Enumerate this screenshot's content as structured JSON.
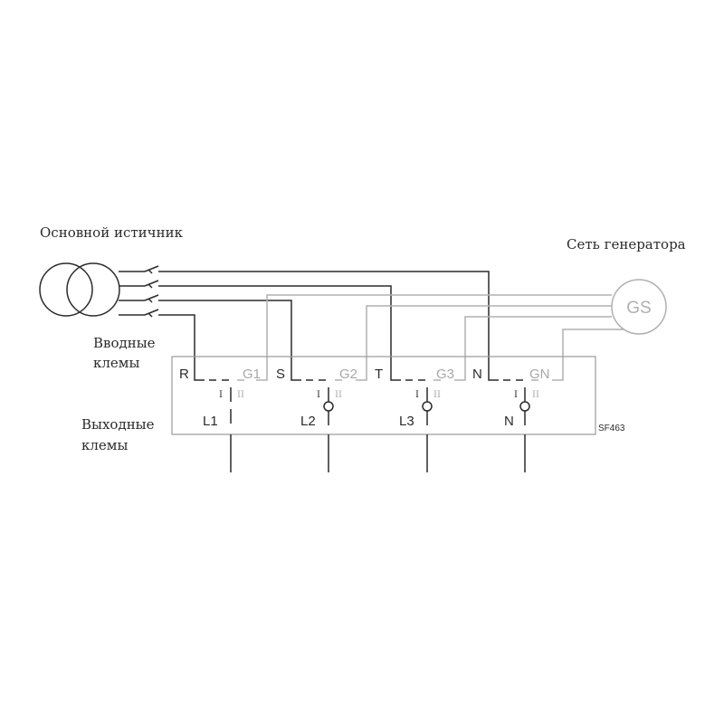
{
  "labels": {
    "main_source": "Основной истичник",
    "generator_network": "Сеть генератора",
    "generator": "GS",
    "input_terminals_line1": "Вводные",
    "input_terminals_line2": "клемы",
    "output_terminals_line1": "Выходные",
    "output_terminals_line2": "клемы",
    "model": "SF463"
  },
  "input_terminals": [
    "R",
    "S",
    "T",
    "N"
  ],
  "generator_terminals": [
    "G1",
    "G2",
    "G3",
    "GN"
  ],
  "output_terminals": [
    "L1",
    "L2",
    "L3",
    "N"
  ],
  "switch_positions": [
    "I",
    "II"
  ],
  "colors": {
    "line_dark": "#2b2b2b",
    "line_gray": "#b0b0b0",
    "box": "#9a9a9a"
  }
}
